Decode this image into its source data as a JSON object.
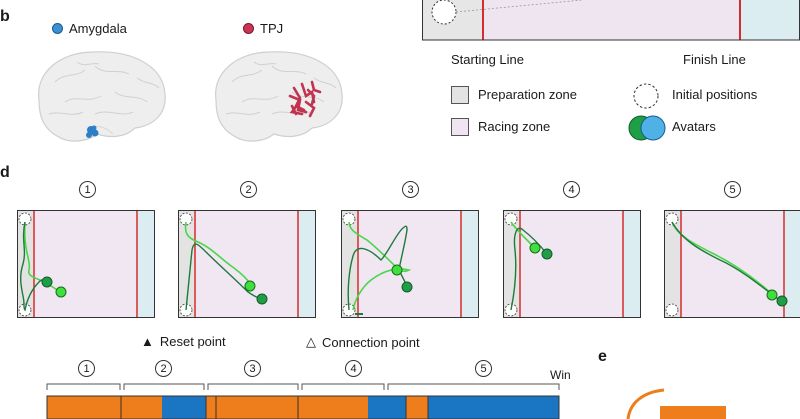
{
  "panels": {
    "b": "b",
    "d": "d",
    "e": "e"
  },
  "brain": {
    "amygdala": {
      "label": "Amygdala",
      "color": "#3b8fd4"
    },
    "tpj": {
      "label": "TPJ",
      "color": "#cc3355"
    }
  },
  "track": {
    "starting_line": "Starting Line",
    "finish_line": "Finish Line"
  },
  "legend": {
    "preparation_zone": "Preparation zone",
    "racing_zone": "Racing zone",
    "initial_positions": "Initial positions",
    "avatars": "Avatars"
  },
  "colors": {
    "preparation": "#e3e3e3",
    "racing": "#f0e6f2",
    "finish": "#dcedf2",
    "line_red": "#d62c2c",
    "dark_green": "#1f7a3a",
    "light_green": "#42d142",
    "orange": "#ee7d1b",
    "blue": "#1a76c2"
  },
  "trials": [
    "1",
    "2",
    "3",
    "4",
    "5"
  ],
  "markers": {
    "reset_symbol": "▲",
    "reset": "Reset point",
    "connection_symbol": "△",
    "connection": "Connection point"
  },
  "timeline": {
    "labels": [
      "1",
      "2",
      "3",
      "4",
      "5"
    ],
    "win": "Win"
  }
}
